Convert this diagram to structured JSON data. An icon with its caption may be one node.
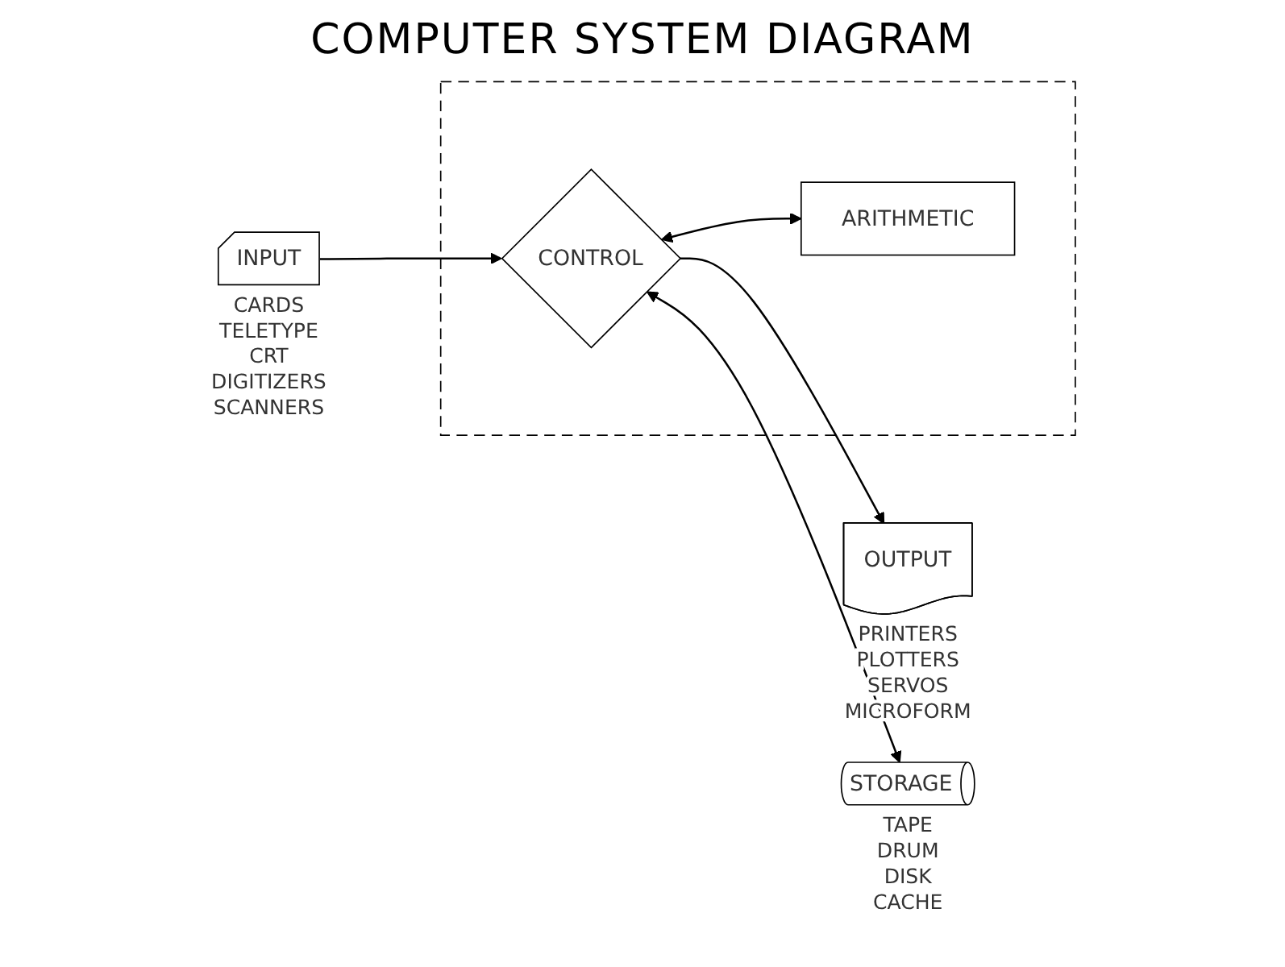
{
  "diagram": {
    "title": "COMPUTER SYSTEM DIAGRAM",
    "nodes": [
      {
        "text": [],
        "shape": "box"
      },
      {
        "text": [
          "ARITHMETIC"
        ],
        "in": 0
      },
      {
        "text": [
          "INPUT"
        ],
        "beside": [
          "CARDS",
          "TELETYPE",
          "CRT",
          "DIGITIZERS",
          "SCANNERS"
        ]
      },
      {
        "text": [
          "CONTROL"
        ],
        "in": 0
      },
      {
        "text": [
          "OUTPUT"
        ],
        "beside": [
          "PRINTERS",
          "PLOTTERS",
          "SERVOS",
          "MICROFORM"
        ]
      },
      {
        "text": [
          "STORAGE"
        ],
        "beside": [
          "TAPE",
          "DRUM",
          "DISK",
          "CACHE"
        ]
      }
    ],
    "edges": [
      {
        "from": 3,
        "to": 1,
        "arrow": "both"
      },
      {
        "from": 2,
        "to": 3,
        "arrow": "to"
      },
      {
        "from": 3,
        "to": 4,
        "arrow": "to"
      },
      {
        "from": 3,
        "to": 5,
        "arrow": "both"
      }
    ]
  }
}
